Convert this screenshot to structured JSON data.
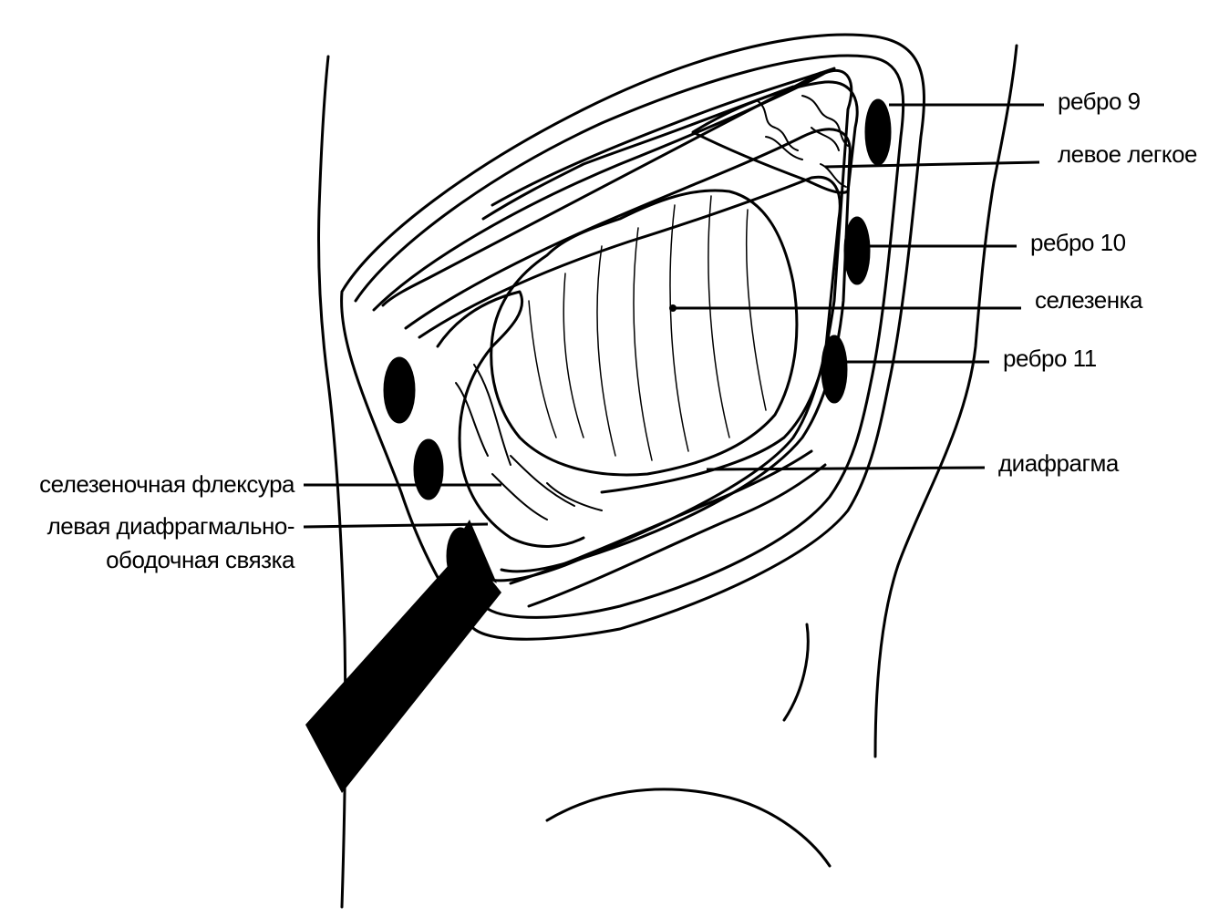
{
  "labels": {
    "rib9": "ребро 9",
    "left_lung": "левое легкое",
    "rib10": "ребро 10",
    "spleen": "селезенка",
    "rib11": "ребро 11",
    "diaphragm": "диафрагма",
    "splenic_flexure": "селезеночная флексура",
    "ligament_line1": "левая  диафрагмально-",
    "ligament_line2": "ободочная связка"
  },
  "colors": {
    "ink": "#000000",
    "paper": "#ffffff"
  }
}
